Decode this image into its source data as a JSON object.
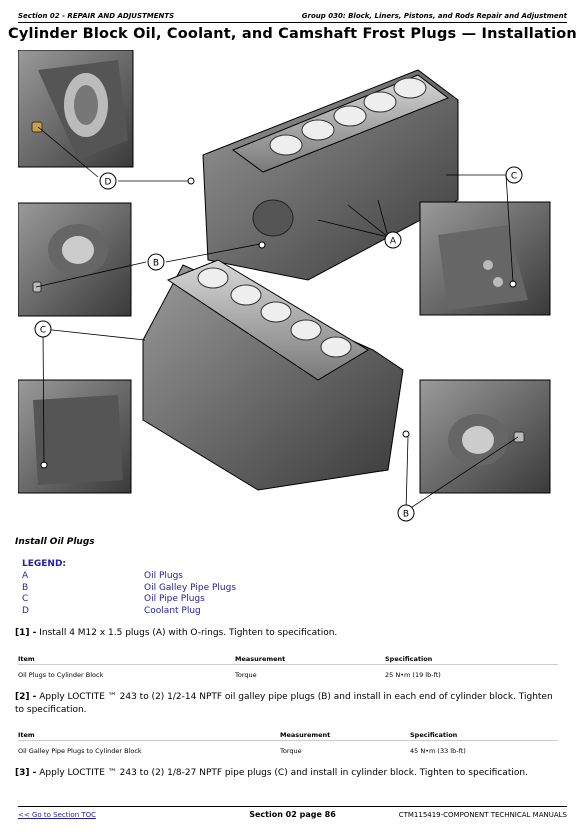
{
  "header": {
    "left": "Section 02 - REPAIR AND ADJUSTMENTS",
    "right": "Group 030: Block, Liners, Pistons, and Rods Repair and Adjustment"
  },
  "title": "Cylinder Block Oil, Coolant, and Camshaft Frost Plugs — Installation",
  "figure": {
    "callouts": [
      "D",
      "A",
      "C",
      "B",
      "C",
      "B"
    ]
  },
  "subheading": "Install Oil Plugs",
  "legend": {
    "heading": "LEGEND:",
    "items": [
      {
        "key": "A",
        "value": "Oil Plugs"
      },
      {
        "key": "B",
        "value": "Oil Galley Pipe Plugs"
      },
      {
        "key": "C",
        "value": "Oil Pipe Plugs"
      },
      {
        "key": "D",
        "value": "Coolant Plug"
      }
    ]
  },
  "steps": [
    {
      "num": "[1] -",
      "text": "Install 4 M12 x 1.5 plugs (A) with O-rings. Tighten to specification."
    },
    {
      "num": "[2] -",
      "text": "Apply LOCTITE ™ 243 to (2) 1/2-14 NPTF oil galley pipe plugs (B) and install in each end of cylinder block. Tighten to specification."
    },
    {
      "num": "[3] -",
      "text": "Apply LOCTITE ™ 243 to (2) 1/8-27 NPTF pipe plugs (C) and install in cylinder block. Tighten to specification."
    }
  ],
  "tables": [
    {
      "headers": [
        "Item",
        "Measurement",
        "Specification"
      ],
      "row": [
        "Oil Plugs to Cylinder Block",
        "Torque",
        "25 N•m (19 lb-ft)"
      ]
    },
    {
      "headers": [
        "Item",
        "Measurement",
        "Specification"
      ],
      "row": [
        "Oil Galley Pipe Plugs to Cylinder Block",
        "Torque",
        "45 N•m (33 lb-ft)"
      ]
    }
  ],
  "footer": {
    "left": "<< Go to Section TOC",
    "center": "Section 02 page 86",
    "right": "CTM115419-COMPONENT TECHNICAL MANUALS"
  }
}
